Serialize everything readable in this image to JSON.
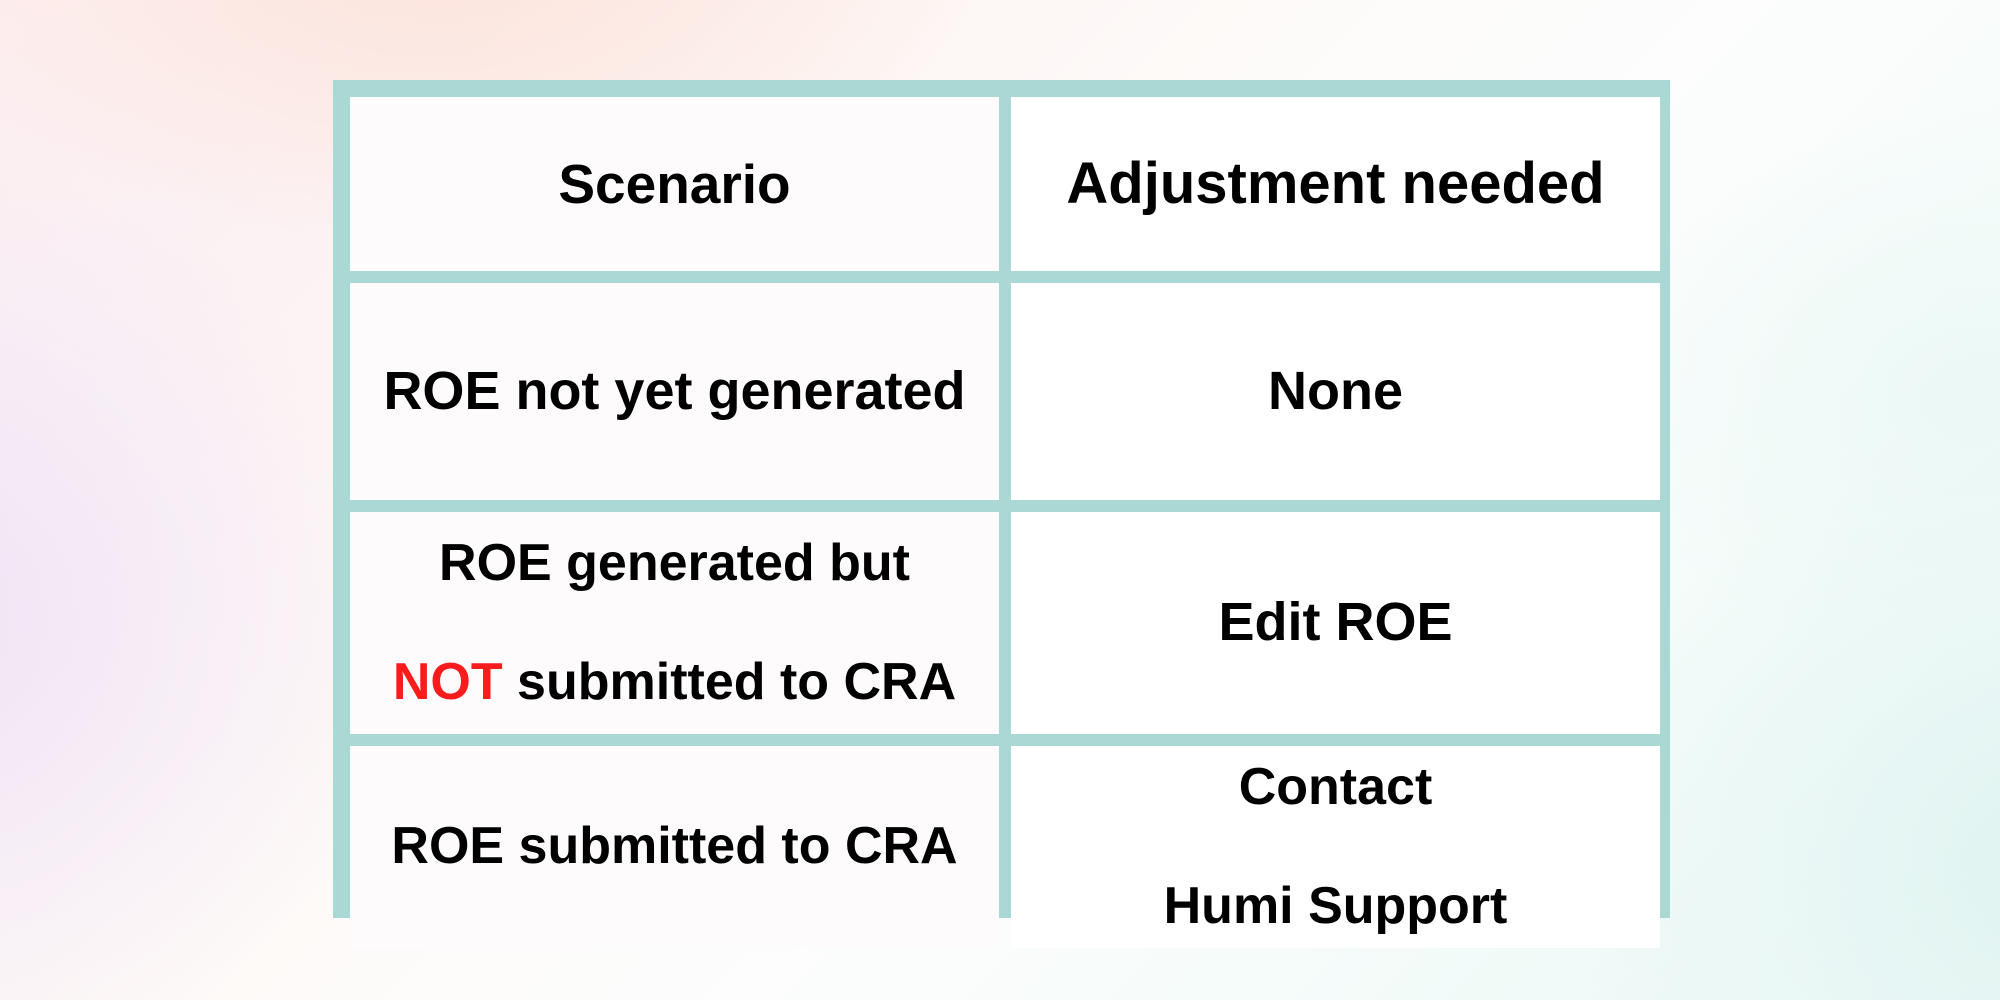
{
  "background": {
    "accent_teal": "#a9d8d5",
    "peach": "#fde2d9",
    "lavender": "#eee2f5",
    "mint": "#def3f0",
    "cell_white": "#fdfcfc"
  },
  "table": {
    "name": "roe-adjustment-scenarios",
    "border_color": "#a9d8d5",
    "columns": [
      {
        "key": "scenario",
        "header": "Scenario"
      },
      {
        "key": "adjustment",
        "header": "Adjustment needed"
      }
    ],
    "rows": [
      {
        "scenario": "ROE not yet generated",
        "adjustment": "None"
      },
      {
        "scenario_line1": "ROE generated but",
        "scenario_emph": "NOT",
        "scenario_line2_rest": " submitted to CRA",
        "scenario_plain": "ROE generated but NOT submitted to CRA",
        "adjustment": "Edit ROE",
        "emphasis_color": "#f91c1c"
      },
      {
        "scenario": "ROE submitted to CRA",
        "adjustment_line1": "Contact",
        "adjustment_line2": "Humi Support",
        "adjustment": "Contact\nHumi Support"
      }
    ]
  }
}
